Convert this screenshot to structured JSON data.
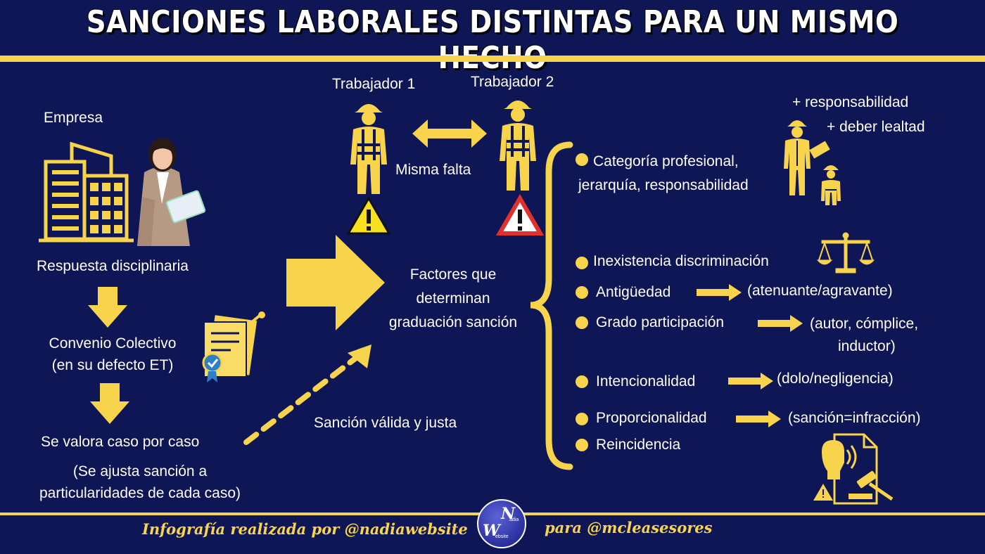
{
  "title": "SANCIONES LABORALES DISTINTAS PARA UN MISMO HECHO",
  "left": {
    "empresa": "Empresa",
    "respuesta": "Respuesta disciplinaria",
    "convenio_1": "Convenio Colectivo",
    "convenio_2": "(en su defecto ET)",
    "valora": "Se valora caso por caso",
    "ajusta_1": "(Se ajusta sanción a",
    "ajusta_2": "particularidades de cada caso)"
  },
  "workers": {
    "w1": "Trabajador 1",
    "w2": "Trabajador 2",
    "misma": "Misma falta"
  },
  "center": {
    "factores_1": "Factores que",
    "factores_2": "determinan",
    "factores_3": "graduación sanción",
    "sancion": "Sanción válida y justa"
  },
  "factors": {
    "resp_1": "+ responsabilidad",
    "resp_2": "+ deber lealtad",
    "categoria_1": "Categoría profesional,",
    "categoria_2": "jerarquía, responsabilidad",
    "inexistencia": "Inexistencia discriminación",
    "antiguedad": "Antigüedad",
    "antiguedad_r": "(atenuante/agravante)",
    "grado": "Grado participación",
    "grado_r1": "(autor, cómplice,",
    "grado_r2": "inductor)",
    "intencionalidad": "Intencionalidad",
    "intencionalidad_r": "(dolo/negligencia)",
    "proporcionalidad": "Proporcionalidad",
    "proporcionalidad_r": "(sanción=infracción)",
    "reincidencia": "Reincidencia"
  },
  "footer": {
    "left": "Infografía realizada por @nadiawebsite",
    "right": "para @mcleasesores",
    "logo_n": "N",
    "logo_w": "W",
    "logo_small_1": "adia",
    "logo_small_2": "ebsite"
  },
  "colors": {
    "bg": "#0e1655",
    "accent": "#f7d44c",
    "warn_red": "#e0312b"
  }
}
